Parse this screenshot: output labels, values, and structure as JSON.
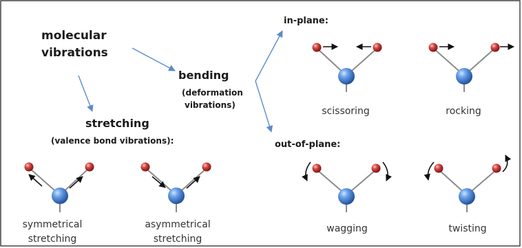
{
  "diagram": {
    "title": [
      "molecular",
      "vibrations"
    ],
    "bending": {
      "title": "bending",
      "subtitle": [
        "(deformation",
        "vibrations)"
      ]
    },
    "stretching": {
      "title": "stretching",
      "subtitle": "(valence bond vibrations):"
    },
    "in_plane": {
      "heading": "in-plane:",
      "modes": [
        {
          "label": "scissoring"
        },
        {
          "label": "rocking"
        }
      ]
    },
    "out_of_plane": {
      "heading": "out-of-plane:",
      "modes": [
        {
          "label": "wagging"
        },
        {
          "label": "twisting"
        }
      ]
    },
    "stretching_modes": [
      {
        "label": [
          "symmetrical",
          "stretching"
        ]
      },
      {
        "label": [
          "asymmetrical",
          "stretching"
        ]
      }
    ],
    "colors": {
      "arrow_blue": "#5b8cc8",
      "atom_red": "#c8343a",
      "atom_blue": "#3f7fd4",
      "bond": "#8a8a8a",
      "frame": "#444444"
    }
  }
}
